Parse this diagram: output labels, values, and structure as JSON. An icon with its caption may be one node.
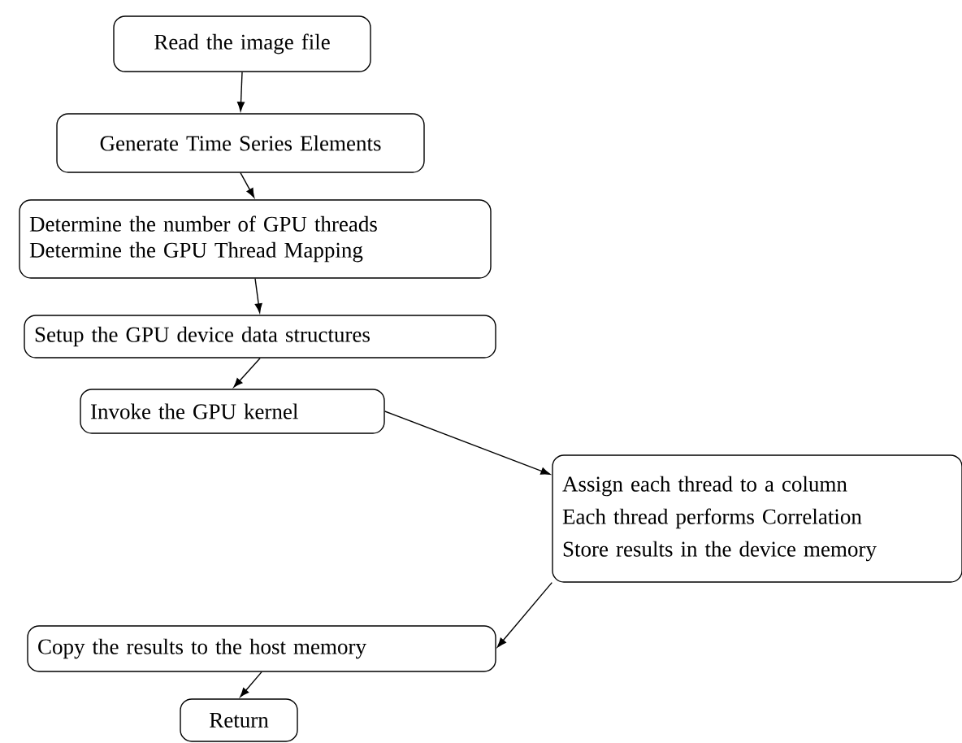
{
  "diagram": {
    "nodes": [
      {
        "text": [
          "Read the image file"
        ]
      },
      {
        "text": [
          "Generate Time Series Elements"
        ]
      },
      {
        "text": [
          "Determine the number of GPU threads",
          "Determine the GPU Thread Mapping"
        ]
      },
      {
        "text": [
          "Setup the GPU device data structures"
        ]
      },
      {
        "text": [
          "Invoke the GPU kernel"
        ]
      },
      {
        "text": [
          "Assign each thread to a column",
          "Each thread performs Correlation",
          "Store results in the device memory"
        ]
      },
      {
        "text": [
          "Copy the results to the host memory"
        ]
      },
      {
        "text": [
          "Return"
        ]
      }
    ],
    "edges": [
      {
        "from": 0,
        "to": 1,
        "arrow": "to"
      },
      {
        "from": 1,
        "to": 2,
        "arrow": "to"
      },
      {
        "from": 2,
        "to": 3,
        "arrow": "to"
      },
      {
        "from": 3,
        "to": 4,
        "arrow": "to"
      },
      {
        "from": 4,
        "to": 5,
        "arrow": "to"
      },
      {
        "from": 5,
        "to": 6,
        "arrow": "to"
      },
      {
        "from": 6,
        "to": 7,
        "arrow": "to"
      }
    ]
  }
}
